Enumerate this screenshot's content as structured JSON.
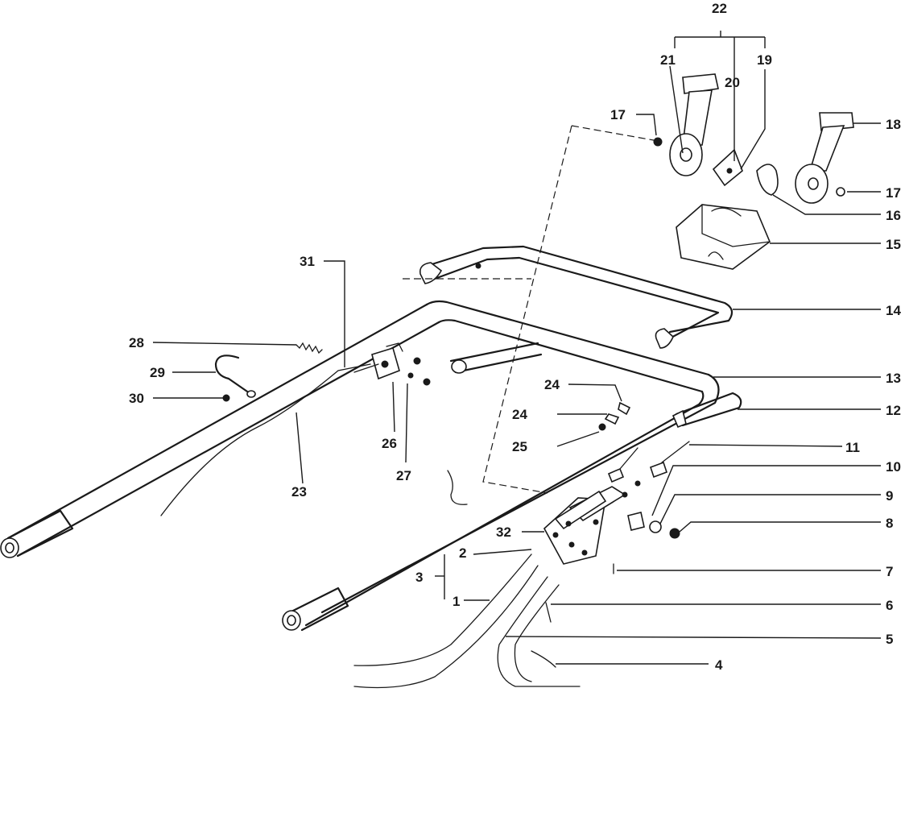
{
  "diagram": {
    "callouts": [
      {
        "id": "c22",
        "label": "22"
      },
      {
        "id": "c21",
        "label": "21"
      },
      {
        "id": "c20",
        "label": "20"
      },
      {
        "id": "c19",
        "label": "19"
      },
      {
        "id": "c17a",
        "label": "17"
      },
      {
        "id": "c18",
        "label": "18"
      },
      {
        "id": "c17b",
        "label": "17"
      },
      {
        "id": "c16",
        "label": "16"
      },
      {
        "id": "c15",
        "label": "15"
      },
      {
        "id": "c14",
        "label": "14"
      },
      {
        "id": "c13",
        "label": "13"
      },
      {
        "id": "c12",
        "label": "12"
      },
      {
        "id": "c11",
        "label": "11"
      },
      {
        "id": "c10",
        "label": "10"
      },
      {
        "id": "c9",
        "label": "9"
      },
      {
        "id": "c8",
        "label": "8"
      },
      {
        "id": "c7",
        "label": "7"
      },
      {
        "id": "c6",
        "label": "6"
      },
      {
        "id": "c5",
        "label": "5"
      },
      {
        "id": "c4",
        "label": "4"
      },
      {
        "id": "c31",
        "label": "31"
      },
      {
        "id": "c28",
        "label": "28"
      },
      {
        "id": "c29",
        "label": "29"
      },
      {
        "id": "c30",
        "label": "30"
      },
      {
        "id": "c26",
        "label": "26"
      },
      {
        "id": "c27",
        "label": "27"
      },
      {
        "id": "c23",
        "label": "23"
      },
      {
        "id": "c24a",
        "label": "24"
      },
      {
        "id": "c24b",
        "label": "24"
      },
      {
        "id": "c25",
        "label": "25"
      },
      {
        "id": "c32",
        "label": "32"
      },
      {
        "id": "c3",
        "label": "3"
      },
      {
        "id": "c2",
        "label": "2"
      },
      {
        "id": "c1",
        "label": "1"
      }
    ]
  }
}
